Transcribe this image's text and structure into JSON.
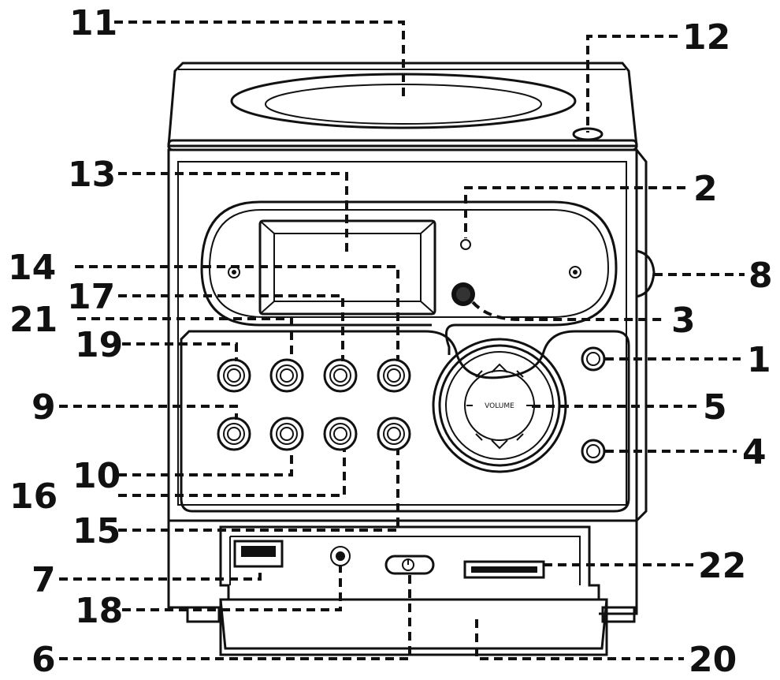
{
  "diagram": {
    "knob_text": "VOLUME",
    "callouts": [
      {
        "id": "11",
        "label": "11"
      },
      {
        "id": "12",
        "label": "12"
      },
      {
        "id": "13",
        "label": "13"
      },
      {
        "id": "2",
        "label": "2"
      },
      {
        "id": "14",
        "label": "14"
      },
      {
        "id": "8",
        "label": "8"
      },
      {
        "id": "17",
        "label": "17"
      },
      {
        "id": "21",
        "label": "21"
      },
      {
        "id": "3",
        "label": "3"
      },
      {
        "id": "19",
        "label": "19"
      },
      {
        "id": "1",
        "label": "1"
      },
      {
        "id": "9",
        "label": "9"
      },
      {
        "id": "5",
        "label": "5"
      },
      {
        "id": "4",
        "label": "4"
      },
      {
        "id": "10",
        "label": "10"
      },
      {
        "id": "16",
        "label": "16"
      },
      {
        "id": "15",
        "label": "15"
      },
      {
        "id": "22",
        "label": "22"
      },
      {
        "id": "7",
        "label": "7"
      },
      {
        "id": "18",
        "label": "18"
      },
      {
        "id": "6",
        "label": "6"
      },
      {
        "id": "20",
        "label": "20"
      }
    ]
  }
}
